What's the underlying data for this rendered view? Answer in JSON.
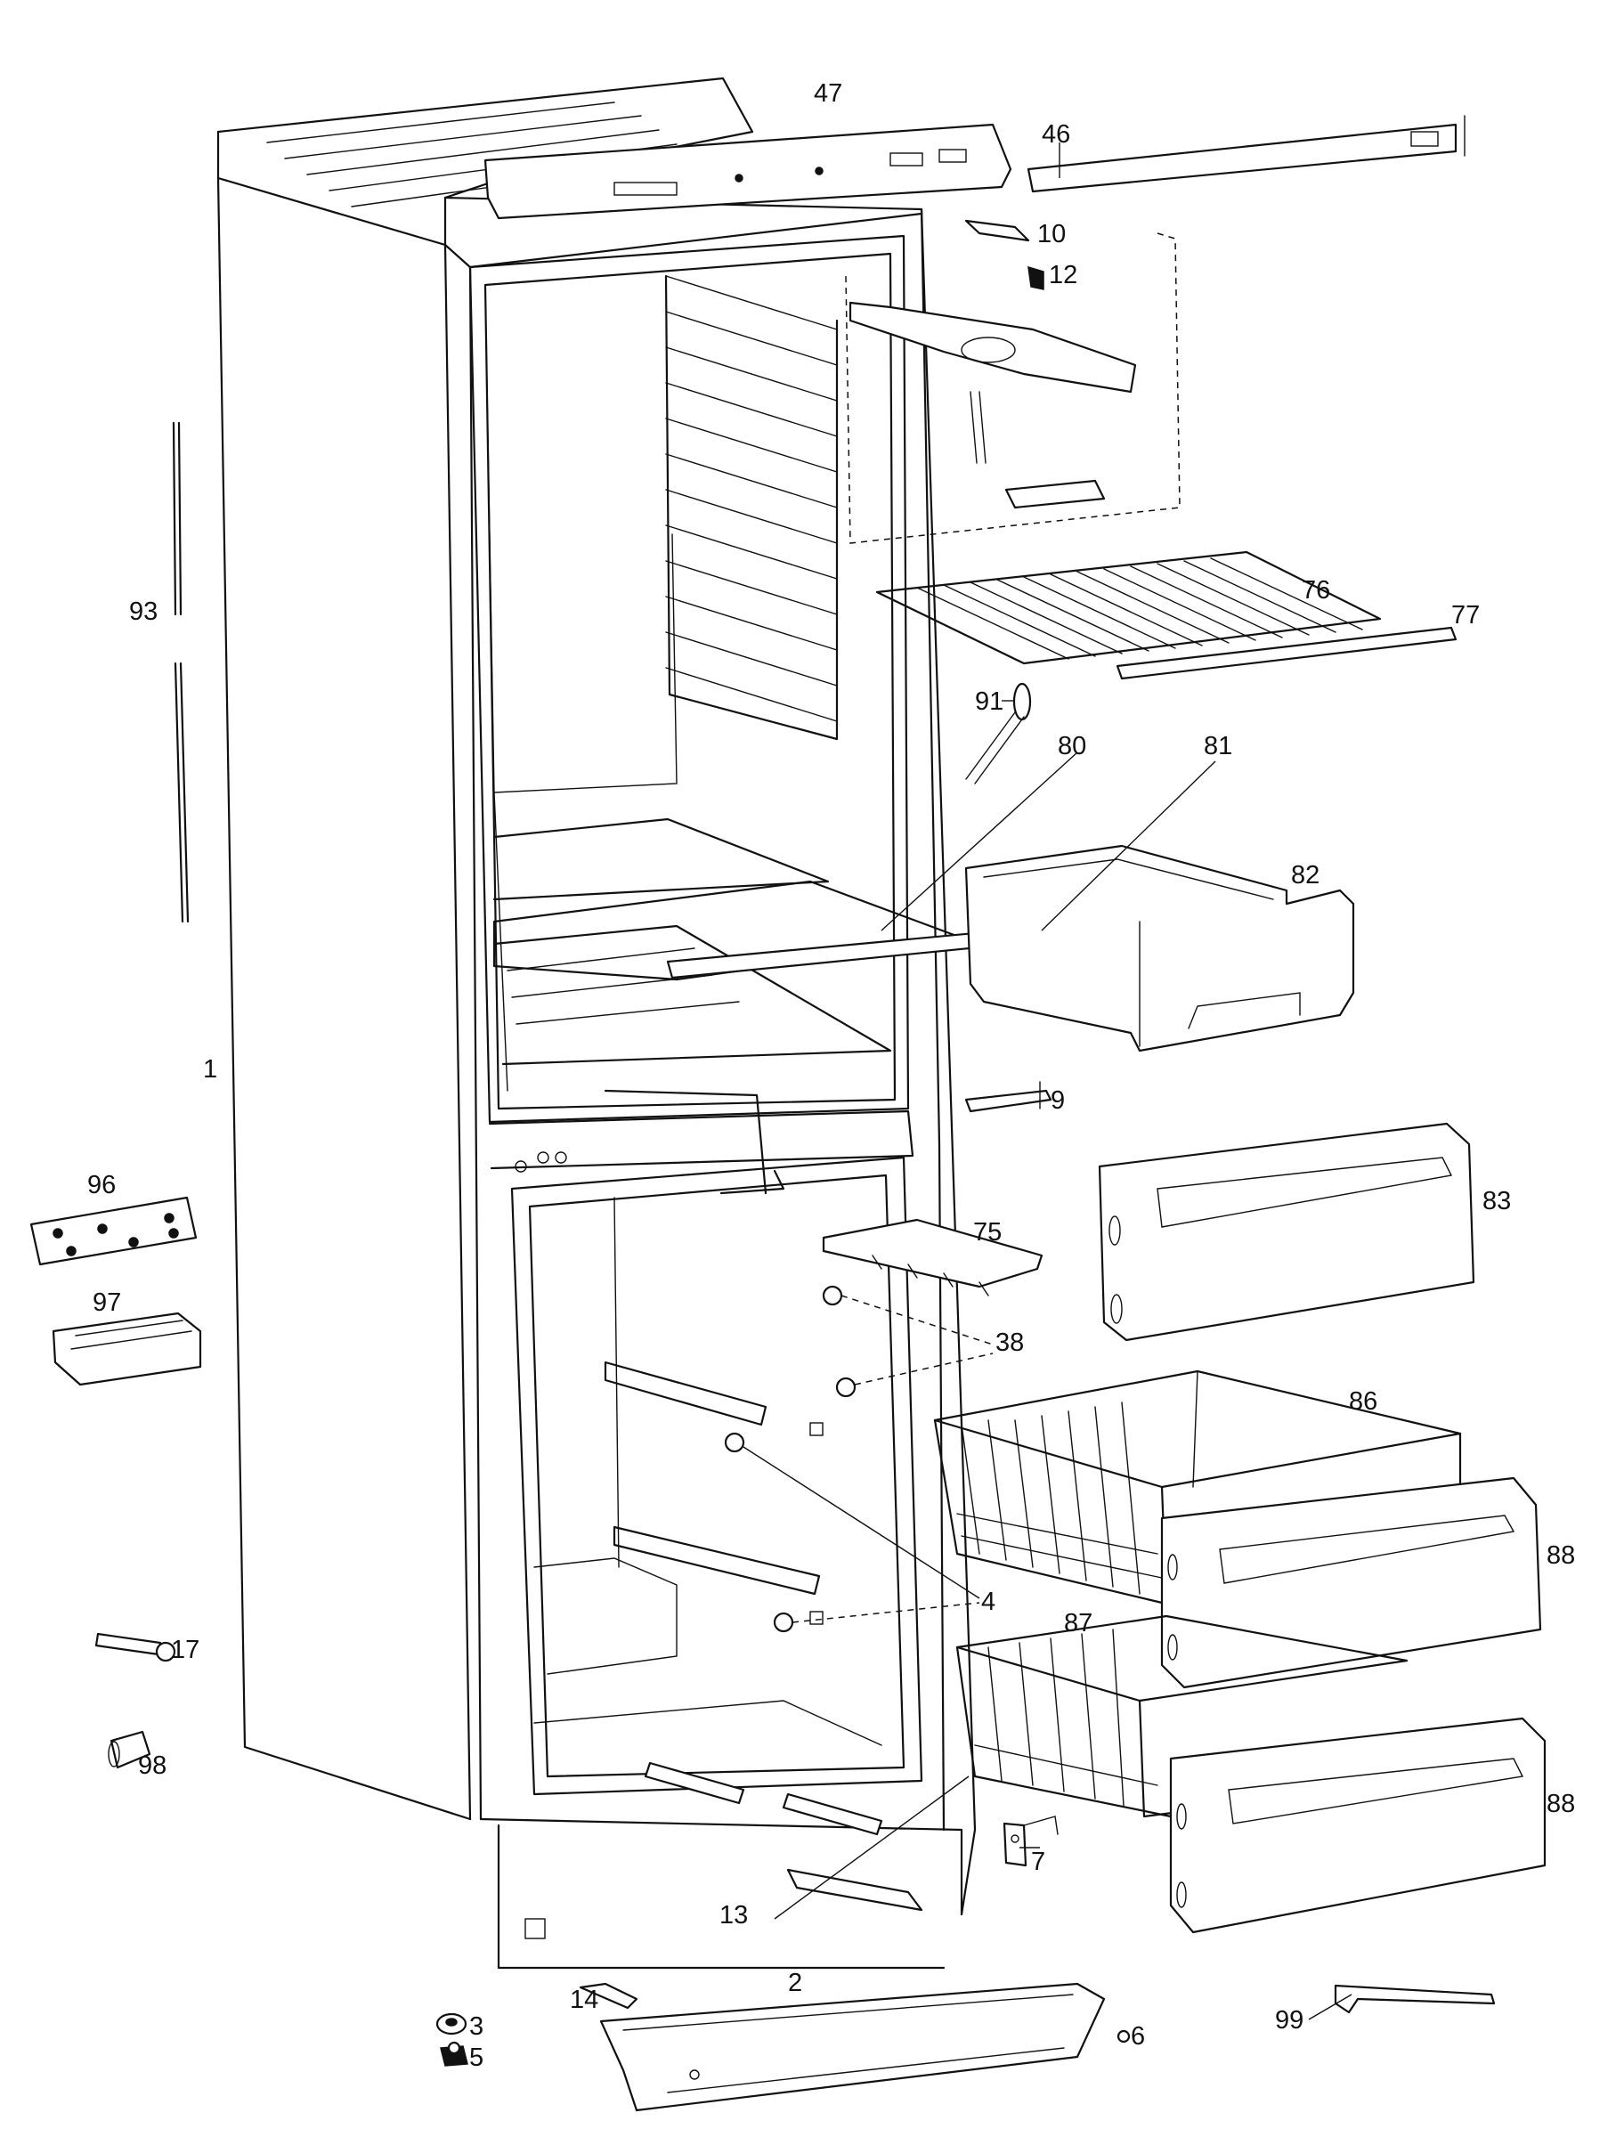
{
  "diagram": {
    "callouts": [
      {
        "part": "top-cover",
        "label": "47"
      },
      {
        "part": "top-trim-strip",
        "label": "46"
      },
      {
        "part": "thermostat-bracket",
        "label": "10"
      },
      {
        "part": "thermostat-screw",
        "label": "12"
      },
      {
        "part": "wire-shelf",
        "label": "76"
      },
      {
        "part": "shelf-trim",
        "label": "77"
      },
      {
        "part": "drain-tube",
        "label": "91"
      },
      {
        "part": "glass-shelf",
        "label": "80"
      },
      {
        "part": "shelf-front-trim",
        "label": "81"
      },
      {
        "part": "crisper-drawer",
        "label": "82"
      },
      {
        "part": "cabinet",
        "label": "1"
      },
      {
        "part": "door-gasket-strip",
        "label": "93"
      },
      {
        "part": "middle-hinge-bracket",
        "label": "9"
      },
      {
        "part": "freezer-flap",
        "label": "83"
      },
      {
        "part": "hinge-plate",
        "label": "96"
      },
      {
        "part": "hinge-cover",
        "label": "97"
      },
      {
        "part": "ice-tray",
        "label": "75"
      },
      {
        "part": "shelf-support-pins",
        "label": "38"
      },
      {
        "part": "upper-freezer-basket",
        "label": "86"
      },
      {
        "part": "basket-front-upper",
        "label": "88"
      },
      {
        "part": "support-pins-lower",
        "label": "4"
      },
      {
        "part": "lower-freezer-basket",
        "label": "87"
      },
      {
        "part": "heater-element",
        "label": "17"
      },
      {
        "part": "cable-sleeve",
        "label": "98"
      },
      {
        "part": "basket-front-lower",
        "label": "88"
      },
      {
        "part": "bottom-hinge",
        "label": "7"
      },
      {
        "part": "lower-hinge-bracket",
        "label": "13"
      },
      {
        "part": "adjustable-foot-washer",
        "label": "3"
      },
      {
        "part": "adjustable-foot",
        "label": "5"
      },
      {
        "part": "kick-plate",
        "label": "2"
      },
      {
        "part": "kick-plate-clip",
        "label": "14"
      },
      {
        "part": "kick-plate-screw",
        "label": "6"
      },
      {
        "part": "door-handle-bar",
        "label": "99"
      }
    ]
  }
}
